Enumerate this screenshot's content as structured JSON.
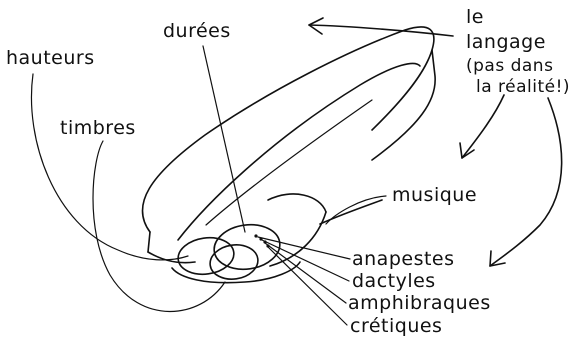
{
  "labels": {
    "durees": "durées",
    "hauteurs": "hauteurs",
    "timbres": "timbres",
    "langage_1": "le",
    "langage_2": "langage",
    "langage_3": "(pas dans",
    "langage_4": "la réalité!)",
    "musique": "musique",
    "anapestes": "anapestes",
    "dactyles": "dactyles",
    "amphibraques": "amphibraques",
    "cretiques": "crétiques"
  }
}
